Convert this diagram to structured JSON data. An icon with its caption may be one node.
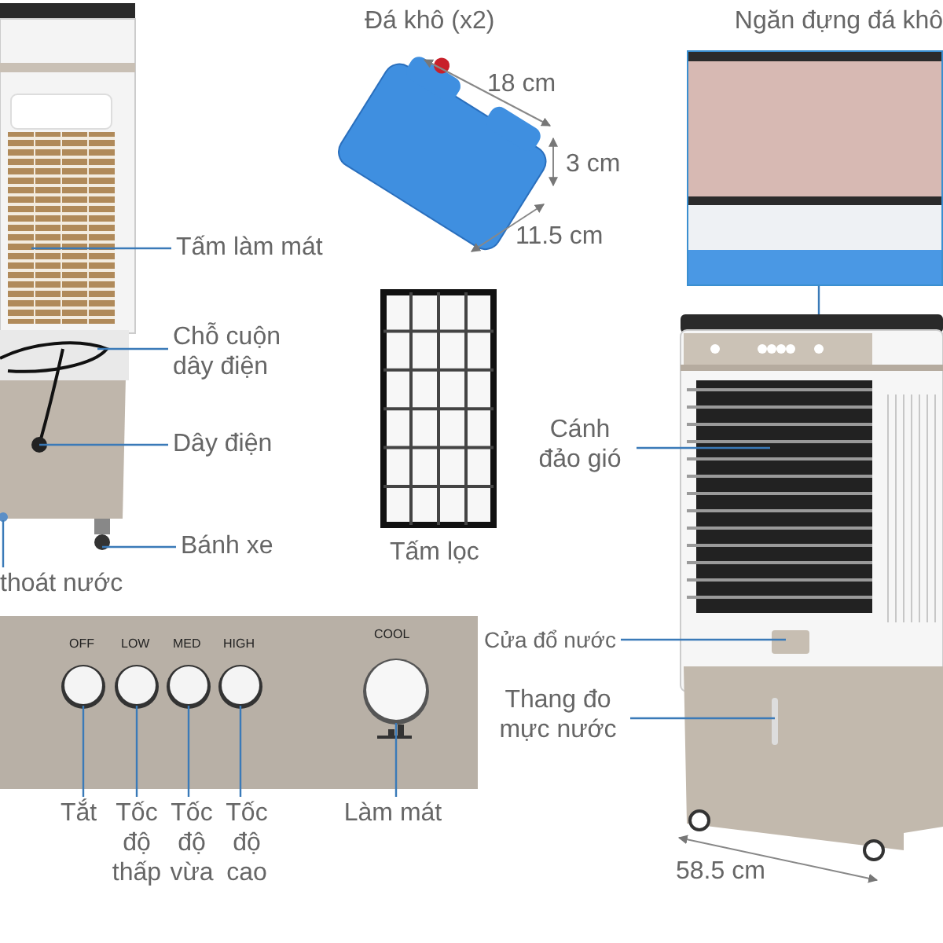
{
  "diagram": {
    "nodes": [
      {
        "text": [
          "Tấm làm mát"
        ]
      },
      {
        "text": [
          "Chỗ cuộn dây điện"
        ]
      },
      {
        "text": [
          "Dây điện"
        ]
      },
      {
        "text": [
          "Bánh xe"
        ]
      },
      {
        "text": [
          "thoát nước"
        ]
      },
      {
        "text": [
          "Cánh đảo gió"
        ]
      },
      {
        "text": [
          "Cửa đổ nước"
        ]
      },
      {
        "text": [
          "Thang đo mực nước"
        ]
      },
      {
        "text": [
          "Ngăn đựng đá khô"
        ]
      },
      {
        "text": [],
        "shape": "picture"
      },
      {
        "text": [
          "Tắt"
        ]
      },
      {
        "text": [
          "Tốc độ thấp"
        ]
      },
      {
        "text": [
          "Tốc độ vừa"
        ]
      },
      {
        "text": [
          "Tốc độ cao"
        ]
      },
      {
        "text": [
          "Làm mát"
        ]
      },
      {
        "text": [],
        "shape": "picture"
      },
      {
        "text": [],
        "shape": "picture"
      }
    ],
    "edges": [
      {
        "from": 0,
        "to": 15,
        "arrow": "none"
      },
      {
        "from": 1,
        "to": 15,
        "arrow": "none"
      },
      {
        "from": 2,
        "to": 15,
        "arrow": "none"
      },
      {
        "from": 3,
        "to": 15,
        "arrow": "none"
      },
      {
        "from": 4,
        "to": 15,
        "arrow": "none"
      },
      {
        "from": 5,
        "to": 9,
        "arrow": "none"
      },
      {
        "from": 6,
        "to": 9,
        "arrow": "none"
      },
      {
        "from": 7,
        "to": 9,
        "arrow": "none"
      },
      {
        "from": 8,
        "to": 9,
        "arrow": "none"
      },
      {
        "from": 10,
        "to": 16,
        "arrow": "none"
      },
      {
        "from": 11,
        "to": 16,
        "arrow": "none"
      },
      {
        "from": 12,
        "to": 16,
        "arrow": "none"
      },
      {
        "from": 13,
        "to": 16,
        "arrow": "none"
      },
      {
        "from": 14,
        "to": 16,
        "arrow": "none"
      }
    ],
    "labels": [
      "Đá khô (x2)",
      "18 cm",
      "3 cm",
      "11.5 cm",
      "Tấm lọc",
      "OFF",
      "LOW",
      "MED",
      "HIGH",
      "COOL",
      "58.5 cm"
    ]
  }
}
